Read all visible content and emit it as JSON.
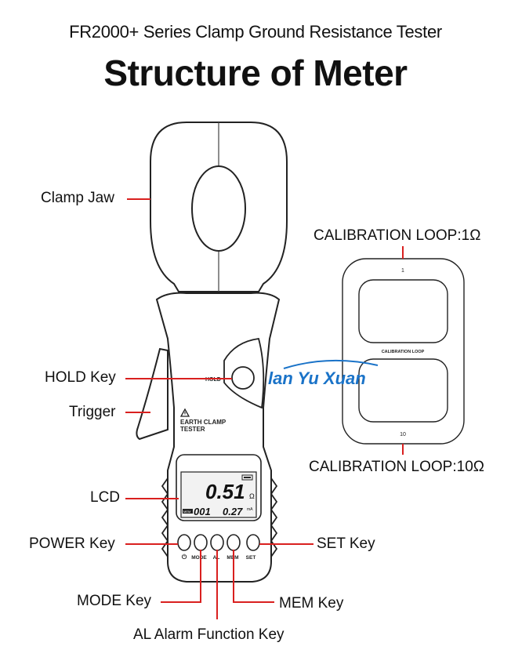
{
  "header": {
    "subtitle": "FR2000+  Series Clamp Ground Resistance Tester",
    "title": "Structure of Meter"
  },
  "labels": {
    "clamp_jaw": "Clamp Jaw",
    "hold_key": "HOLD Key",
    "trigger": "Trigger",
    "lcd": "LCD",
    "power_key": "POWER Key",
    "mode_key": "MODE Key",
    "al_key": "AL Alarm Function Key",
    "mem_key": "MEM Key",
    "set_key": "SET Key",
    "cal_loop_1": "CALIBRATION LOOP:1Ω",
    "cal_loop_10": "CALIBRATION LOOP:10Ω"
  },
  "meter": {
    "hold_text": "HOLD",
    "panel_line1": "EARTH CLAMP",
    "panel_line2": "TESTER",
    "lcd_main_value": "0.51",
    "lcd_main_unit": "Ω",
    "lcd_mem_tag": "MEM",
    "lcd_mem_value": "001",
    "lcd_current_value": "0.27",
    "lcd_current_unit": "mA",
    "key_labels": [
      "⏻",
      "MODE",
      "AL",
      "MEM",
      "SET"
    ]
  },
  "calibration": {
    "top_number": "1",
    "middle_label": "CALIBRATION LOOP",
    "bottom_number": "10"
  },
  "watermark": "lan Yu Xuan",
  "colors": {
    "leader": "#d9201f",
    "outline": "#222222",
    "lcd_bg": "#f2f2f2",
    "watermark": "#1a73c8"
  }
}
